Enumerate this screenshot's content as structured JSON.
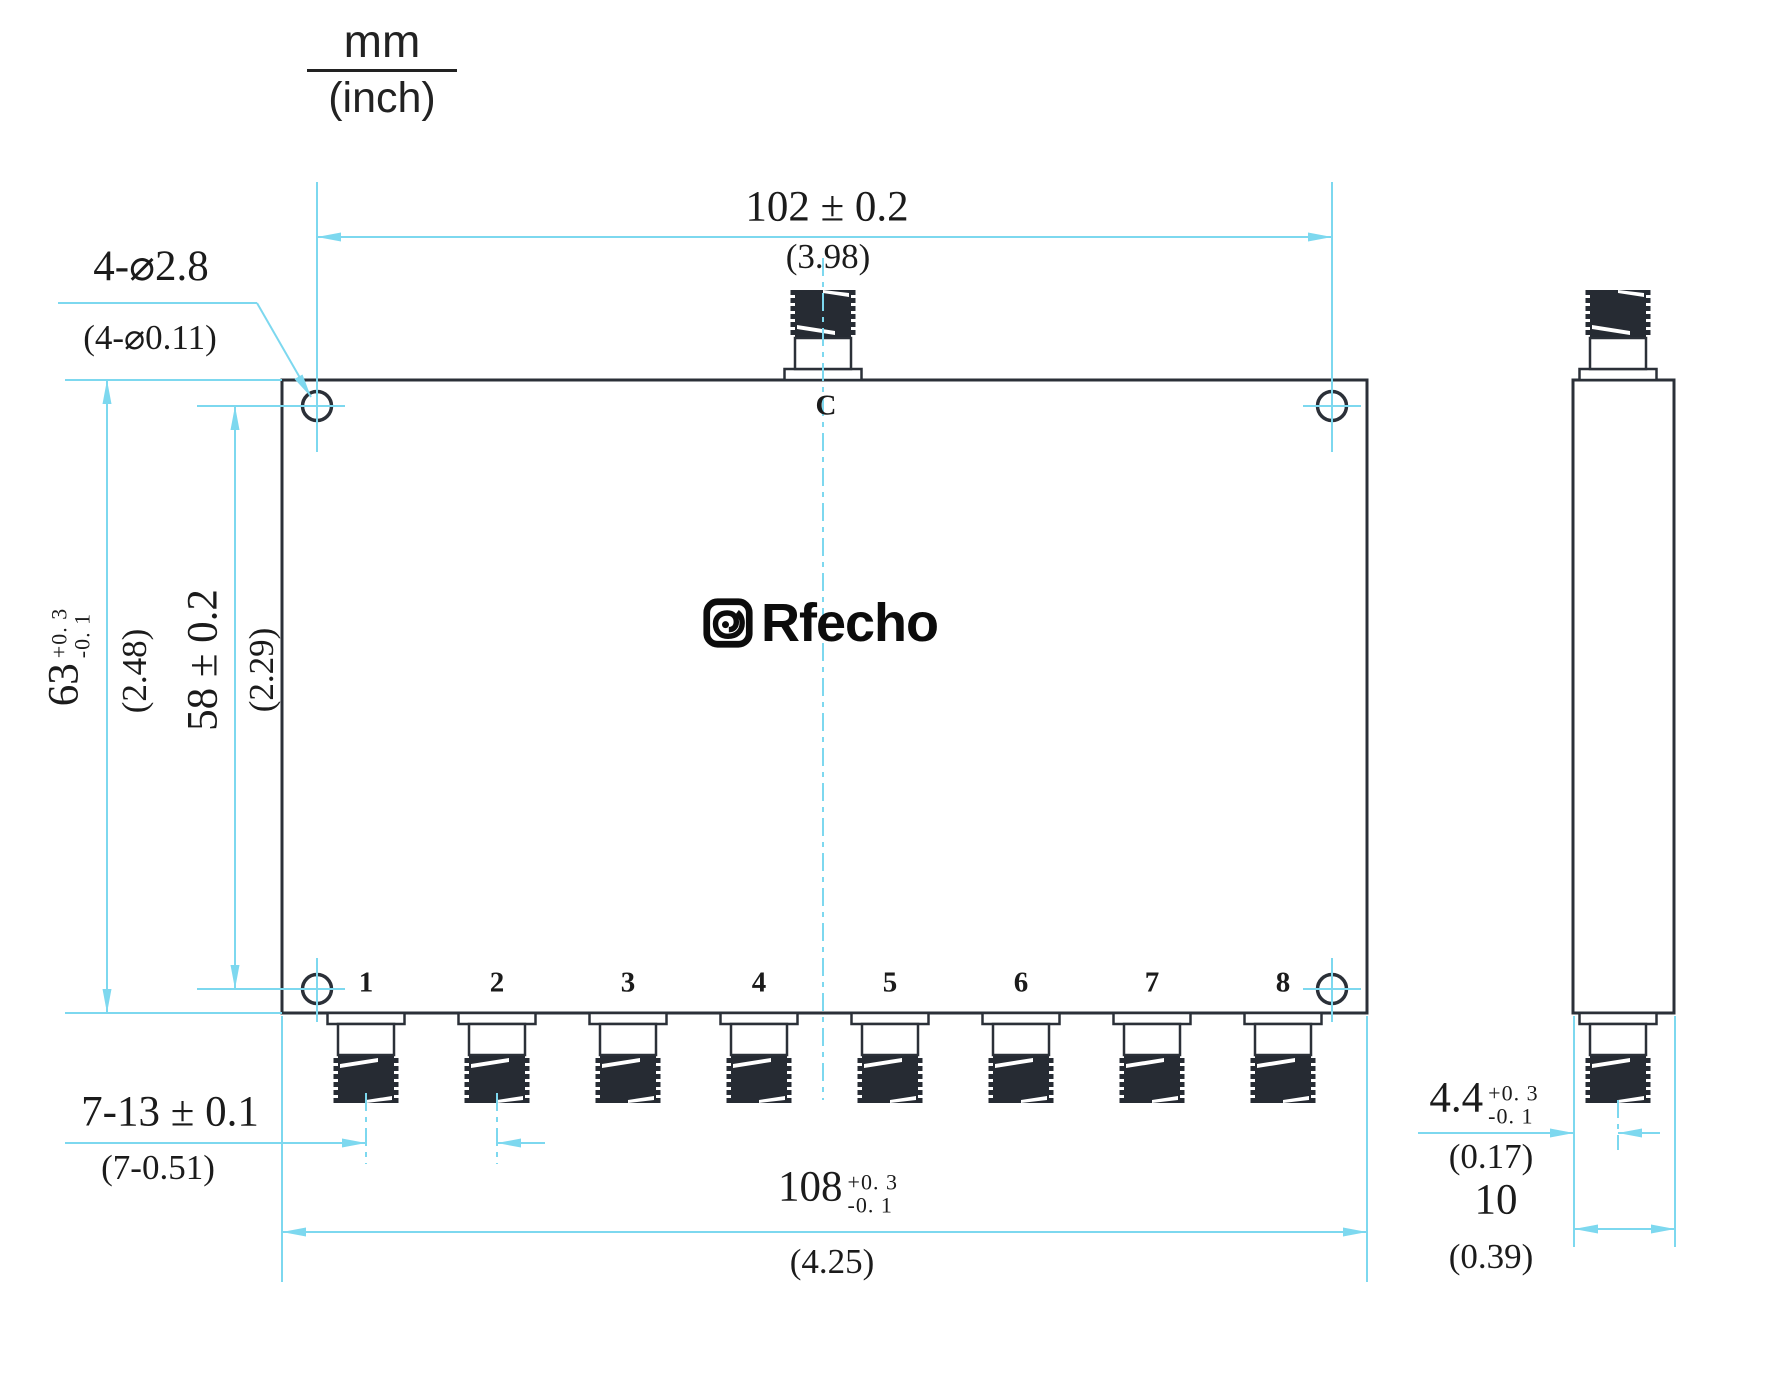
{
  "page": {
    "background": "#ffffff"
  },
  "units": {
    "top": "mm",
    "bottom": "(inch)"
  },
  "logo": {
    "text": "Rfecho"
  },
  "labels": {
    "center_port": "C",
    "ports": [
      "1",
      "2",
      "3",
      "4",
      "5",
      "6",
      "7",
      "8"
    ]
  },
  "dims": {
    "hole_spacing_x": {
      "value": "102 ± 0.2",
      "inch": "(3.98)"
    },
    "corner_holes": {
      "value": "4-⌀2.8",
      "inch": "(4-⌀0.11)"
    },
    "body_height": {
      "value": "63",
      "tol_plus": "+0. 3",
      "tol_minus": "-0. 1",
      "inch": "(2.48)"
    },
    "hole_spacing_y": {
      "value": "58 ± 0.2",
      "inch": "(2.29)"
    },
    "port_pitch": {
      "value": "7-13 ± 0.1",
      "inch": "(7-0.51)"
    },
    "body_width": {
      "value": "108",
      "tol_plus": "+0. 3",
      "tol_minus": "-0. 1",
      "inch": "(4.25)"
    },
    "port_offset": {
      "value": "4.4",
      "tol_plus": "+0. 3",
      "tol_minus": "-0. 1",
      "inch": "(0.17)"
    },
    "body_thickness": {
      "value": "10",
      "inch": "(0.39)"
    }
  },
  "colors": {
    "dimension_line": "#7dd8ef",
    "outline": "#2b3038",
    "connector_fill": "#262b33"
  }
}
